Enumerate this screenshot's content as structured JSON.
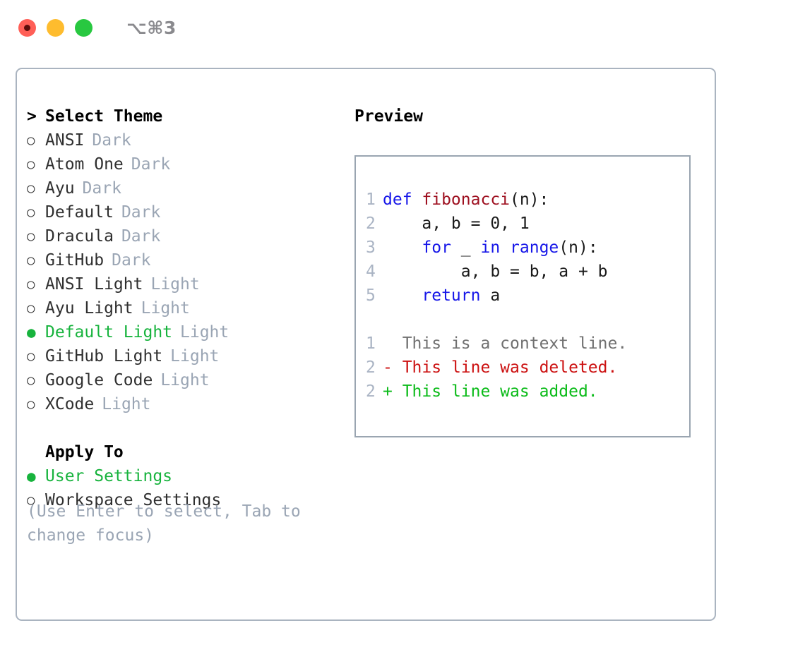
{
  "titlebar": {
    "shortcut": "⌥⌘3",
    "lights": [
      "close-red",
      "minimize-yellow",
      "zoom-green"
    ]
  },
  "theme_picker": {
    "prompt": ">",
    "heading": "Select Theme",
    "items": [
      {
        "label": "ANSI",
        "badge": "Dark",
        "selected": false,
        "bullet": "○"
      },
      {
        "label": "Atom One",
        "badge": "Dark",
        "selected": false,
        "bullet": "○"
      },
      {
        "label": "Ayu",
        "badge": "Dark",
        "selected": false,
        "bullet": "○"
      },
      {
        "label": "Default",
        "badge": "Dark",
        "selected": false,
        "bullet": "○"
      },
      {
        "label": "Dracula",
        "badge": "Dark",
        "selected": false,
        "bullet": "○"
      },
      {
        "label": "GitHub",
        "badge": "Dark",
        "selected": false,
        "bullet": "○"
      },
      {
        "label": "ANSI Light",
        "badge": "Light",
        "selected": false,
        "bullet": "○"
      },
      {
        "label": "Ayu Light",
        "badge": "Light",
        "selected": false,
        "bullet": "○"
      },
      {
        "label": "Default Light",
        "badge": "Light",
        "selected": true,
        "bullet": "●"
      },
      {
        "label": "GitHub Light",
        "badge": "Light",
        "selected": false,
        "bullet": "○"
      },
      {
        "label": "Google Code",
        "badge": "Light",
        "selected": false,
        "bullet": "○"
      },
      {
        "label": "XCode",
        "badge": "Light",
        "selected": false,
        "bullet": "○"
      }
    ]
  },
  "apply_to": {
    "heading": "Apply To",
    "items": [
      {
        "label": "User Settings",
        "selected": true,
        "bullet": "●"
      },
      {
        "label": "Workspace Settings",
        "selected": false,
        "bullet": "○"
      }
    ]
  },
  "hint": "(Use Enter to select, Tab to change focus)",
  "preview": {
    "title": "Preview",
    "code_lines": [
      {
        "number": "1",
        "tokens": [
          {
            "text": "def ",
            "type": "kw"
          },
          {
            "text": "fibonacci",
            "type": "fn"
          },
          {
            "text": "(n):",
            "type": "plain"
          }
        ]
      },
      {
        "number": "2",
        "tokens": [
          {
            "text": "    a, b = 0, 1",
            "type": "plain"
          }
        ]
      },
      {
        "number": "3",
        "tokens": [
          {
            "text": "    ",
            "type": "plain"
          },
          {
            "text": "for",
            "type": "kw"
          },
          {
            "text": " _ ",
            "type": "plain"
          },
          {
            "text": "in",
            "type": "kw"
          },
          {
            "text": " ",
            "type": "plain"
          },
          {
            "text": "range",
            "type": "kw"
          },
          {
            "text": "(n):",
            "type": "plain"
          }
        ]
      },
      {
        "number": "4",
        "tokens": [
          {
            "text": "        a, b = b, a + b",
            "type": "plain"
          }
        ]
      },
      {
        "number": "5",
        "tokens": [
          {
            "text": "    ",
            "type": "plain"
          },
          {
            "text": "return",
            "type": "kw"
          },
          {
            "text": " a",
            "type": "plain"
          }
        ]
      }
    ],
    "diff_lines": [
      {
        "number": "1",
        "marker": " ",
        "text": " This is a context line.",
        "type": "ctx"
      },
      {
        "number": "2",
        "marker": "-",
        "text": " This line was deleted.",
        "type": "del"
      },
      {
        "number": "2",
        "marker": "+",
        "text": " This line was added.",
        "type": "add"
      }
    ]
  },
  "colors": {
    "accent_green": "#17b33d",
    "badge_gray": "#9aa5b4",
    "border": "#aab4c0",
    "keyword_blue": "#1616e8",
    "function_red": "#9e1020",
    "diff_delete": "#cc1111",
    "diff_add": "#0bbb19",
    "light_red": "#ff5f57",
    "light_yellow": "#febc2e",
    "light_green": "#28c840"
  }
}
